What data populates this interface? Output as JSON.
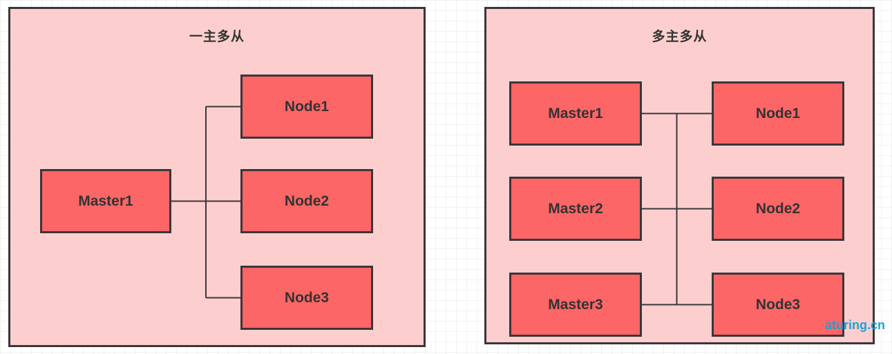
{
  "colors": {
    "canvas_bg": "#ffffff",
    "grid_line": "#f1f1f1",
    "panel_fill": "#fccfce",
    "box_fill": "#fc6666",
    "border": "#3a363a",
    "text": "#333333",
    "watermark": "#1ba0da"
  },
  "left_panel": {
    "title": "一主多从",
    "master": {
      "label": "Master1"
    },
    "nodes": [
      {
        "label": "Node1"
      },
      {
        "label": "Node2"
      },
      {
        "label": "Node3"
      }
    ],
    "edges": [
      "Master1 - Node1",
      "Master1 - Node2",
      "Master1 - Node3"
    ]
  },
  "right_panel": {
    "title": "多主多从",
    "masters": [
      {
        "label": "Master1"
      },
      {
        "label": "Master2"
      },
      {
        "label": "Master3"
      }
    ],
    "nodes": [
      {
        "label": "Node1"
      },
      {
        "label": "Node2"
      },
      {
        "label": "Node3"
      }
    ],
    "edges": [
      "Master1 - Node1 (shared bus)",
      "Master2 - Node2 (shared bus)",
      "Master3 - Node3 (shared bus)"
    ]
  },
  "watermark": {
    "label": "aturing.cn"
  }
}
